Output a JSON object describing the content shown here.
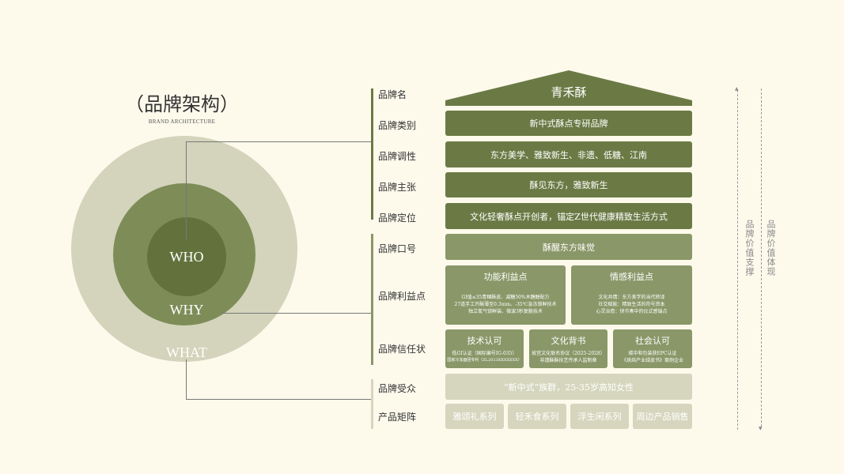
{
  "title": "（品牌架构）",
  "subtitle": "BRAND ARCHITECTURE",
  "circles": {
    "who": "WHO",
    "why": "WHY",
    "what": "WHAT"
  },
  "labels": [
    "品牌名",
    "品牌类别",
    "品牌调性",
    "品牌主张",
    "品牌定位",
    "品牌口号",
    "品牌利益点",
    "品牌信任状",
    "品牌受众",
    "产品矩阵"
  ],
  "brand_name": "青禾酥",
  "category": "新中式酥点专研品牌",
  "tone": "东方美学、雅致新生、非遗、低糖、江南",
  "proposition": "酥见东方，雅致新生",
  "positioning": "文化轻奢酥点开创者，锚定Z世代健康精致生活方式",
  "slogan": "酥醒东方味觉",
  "benefits": [
    {
      "title": "功能利益点",
      "lines": [
        "GI值≤35青稞酥皮、减糖50%木糖醇配方",
        "27道手工开酥薄至0.3mm、-35℃急冻锁鲜技术",
        "独立氮气锁鲜装、微波3秒复脆技术"
      ]
    },
    {
      "title": "情感利益点",
      "lines": [
        "文化共情：东方美学的当代转译",
        "社交赋能：精致生活的符号资本",
        "心灵治愈：快节奏中的仪式感锚点"
      ]
    }
  ],
  "trust": [
    {
      "title": "技术认可",
      "lines": [
        "低GI认证（国际编号IG-035）",
        "国家冷冻面团专利（ZL2023XXXXXXX）"
      ]
    },
    {
      "title": "文化背书",
      "lines": [
        "故宫文化联名协议（2025-2028）",
        "非遗酥酥技艺传承人监制章"
      ]
    },
    {
      "title": "社会认可",
      "lines": [
        "碳中和包装获EPC认证",
        "《烘焙产业绿皮书》案例企业"
      ]
    }
  ],
  "audience": "“新中式”族群，25-35岁高知女性",
  "products": [
    "雅颂礼系列",
    "轻禾食系列",
    "浮生闲系列",
    "周边产品销售"
  ],
  "side": {
    "support": "品牌价值支撑",
    "embody": "品牌价值体现"
  }
}
